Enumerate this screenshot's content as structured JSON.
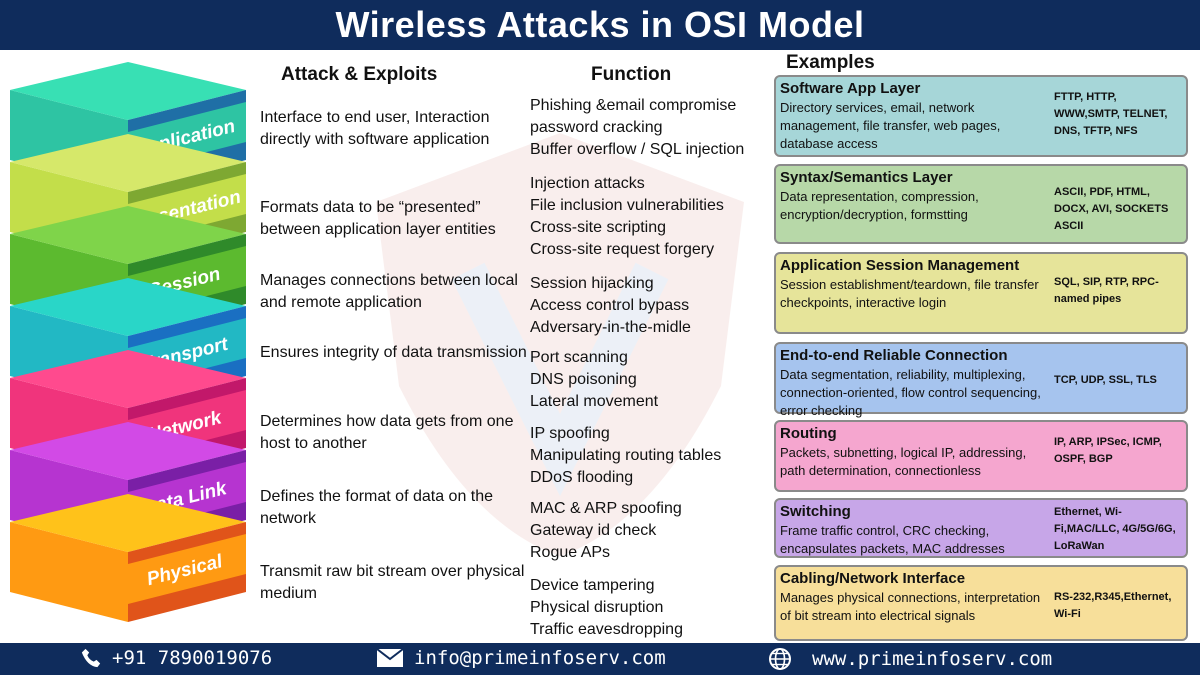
{
  "title": "Wireless Attacks in OSI Model",
  "headers": {
    "attack": "Attack & Exploits",
    "function": "Function",
    "examples": "Examples"
  },
  "layers": [
    {
      "name": "Application",
      "color_top": "#38e0b4",
      "color_side": "#1f6fa6",
      "color_front": "#2ec4a3",
      "attack": "Interface to end user, Interaction directly with software application",
      "functions": [
        "Phishing &email compromise",
        "password cracking",
        "Buffer overflow / SQL injection"
      ],
      "example_title": "Software App Layer",
      "example_desc": "Directory services, email, network management, file transfer, web pages, database access",
      "protocols": "FTTP, HTTP, WWW,SMTP, TELNET, DNS, TFTP, NFS",
      "card_color": "#a6d6d8"
    },
    {
      "name": "Presentation",
      "color_top": "#d6e86a",
      "color_side": "#7ea832",
      "color_front": "#c3de4a",
      "attack": "Formats data to be “presented” between application layer entities",
      "functions": [
        "Injection attacks",
        "File inclusion vulnerabilities",
        "Cross-site scripting",
        "Cross-site request forgery"
      ],
      "example_title": "Syntax/Semantics Layer",
      "example_desc": "Data representation, compression, encryption/decryption, formstting",
      "protocols": "ASCII, PDF, HTML, DOCX, AVI, SOCKETS ASCII",
      "card_color": "#b7d8a8"
    },
    {
      "name": "Session",
      "color_top": "#7fd44a",
      "color_side": "#2f8a2a",
      "color_front": "#5cba2f",
      "attack": "Manages connections between local and remote application",
      "functions": [
        "Session hijacking",
        "Access control bypass",
        "Adversary-in-the-midle"
      ],
      "example_title": "Application Session Management",
      "example_desc": "Session establishment/teardown, file transfer checkpoints, interactive login",
      "protocols": "SQL, SIP, RTP, RPC-named pipes",
      "card_color": "#e6e49a"
    },
    {
      "name": "Transport",
      "color_top": "#29d6c8",
      "color_side": "#1a6fc2",
      "color_front": "#22b8c4",
      "attack": "Ensures integrity of data transmission",
      "functions": [
        "Port scanning",
        "DNS poisoning",
        "Lateral movement"
      ],
      "example_title": "End-to-end Reliable Connection",
      "example_desc": "Data segmentation, reliability, multiplexing, connection-oriented, flow control sequencing, error checking",
      "protocols": "TCP, UDP, SSL, TLS",
      "card_color": "#a6c4ee"
    },
    {
      "name": "Network",
      "color_top": "#ff4a8e",
      "color_side": "#c2186a",
      "color_front": "#f0347c",
      "attack": "Determines how data gets from one host to another",
      "functions": [
        "IP spoofing",
        "Manipulating routing tables",
        "DDoS flooding"
      ],
      "example_title": "Routing",
      "example_desc": "Packets, subnetting, logical IP, addressing, path determination, connectionless",
      "protocols": "IP, ARP, IPSec, ICMP, OSPF, BGP",
      "card_color": "#f5a6cf"
    },
    {
      "name": "Data Link",
      "color_top": "#d24ae6",
      "color_side": "#7a1fa6",
      "color_front": "#b634d0",
      "attack": "Defines the format of data on the network",
      "functions": [
        "MAC & ARP spoofing",
        "Gateway id check",
        "Rogue APs"
      ],
      "example_title": "Switching",
      "example_desc": "Frame traffic control, CRC checking, encapsulates packets, MAC addresses",
      "protocols": "Ethernet, Wi-Fi,MAC/LLC, 4G/5G/6G, LoRaWan",
      "card_color": "#c7a6e8"
    },
    {
      "name": "Physical",
      "color_top": "#ffc21a",
      "color_side": "#e0541a",
      "color_front": "#ff9a12",
      "attack": "Transmit raw bit stream over physical medium",
      "functions": [
        "Device tampering",
        "Physical disruption",
        "Traffic eavesdropping"
      ],
      "example_title": "Cabling/Network Interface",
      "example_desc": "Manages physical connections, interpretation of bit stream into electrical signals",
      "protocols": "RS-232,R345,Ethernet, Wi-Fi",
      "card_color": "#f7df9a"
    }
  ],
  "footer": {
    "phone": "+91 7890019076",
    "email": "info@primeinfoserv.com",
    "website": "www.primeinfoserv.com",
    "phone_icon": "phone-icon",
    "email_icon": "envelope-icon",
    "web_icon": "globe-icon"
  },
  "colors": {
    "header_bg": "#0f2c5c",
    "footer_bg": "#0f2c5c"
  }
}
